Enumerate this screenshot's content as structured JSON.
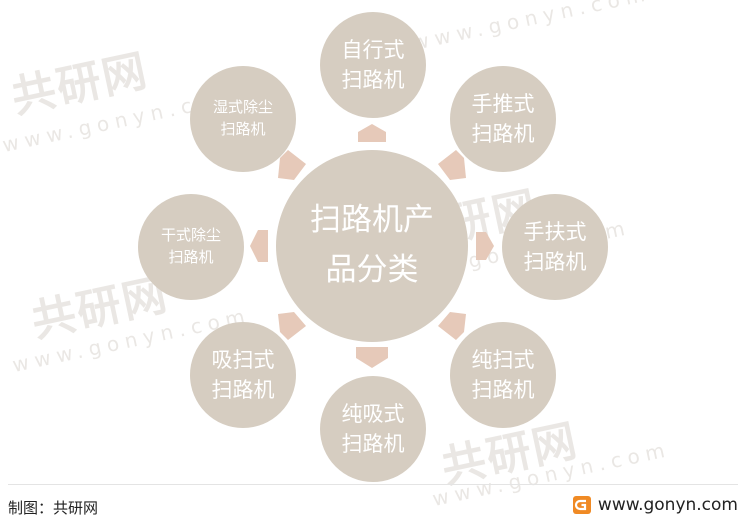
{
  "center": {
    "label": "扫路机产品分类"
  },
  "nodes": [
    {
      "label": "自行式扫路机"
    },
    {
      "label": "手推式扫路机"
    },
    {
      "label": "手扶式扫路机"
    },
    {
      "label": "纯扫式扫路机"
    },
    {
      "label": "纯吸式扫路机"
    },
    {
      "label": "吸扫式扫路机"
    },
    {
      "label": "干式除尘扫路机"
    },
    {
      "label": "湿式除尘扫路机"
    }
  ],
  "watermark": {
    "cn": "共研网",
    "en": "www.gonyn.com"
  },
  "footer": {
    "source": "制图：共研网",
    "website": "www.gonyn.com"
  },
  "colors": {
    "node_fill": "#d6cdc1",
    "arrow_fill": "#e6c9b9",
    "text": "#ffffff"
  },
  "icons": {
    "logo": "gonyn-logo-icon"
  }
}
